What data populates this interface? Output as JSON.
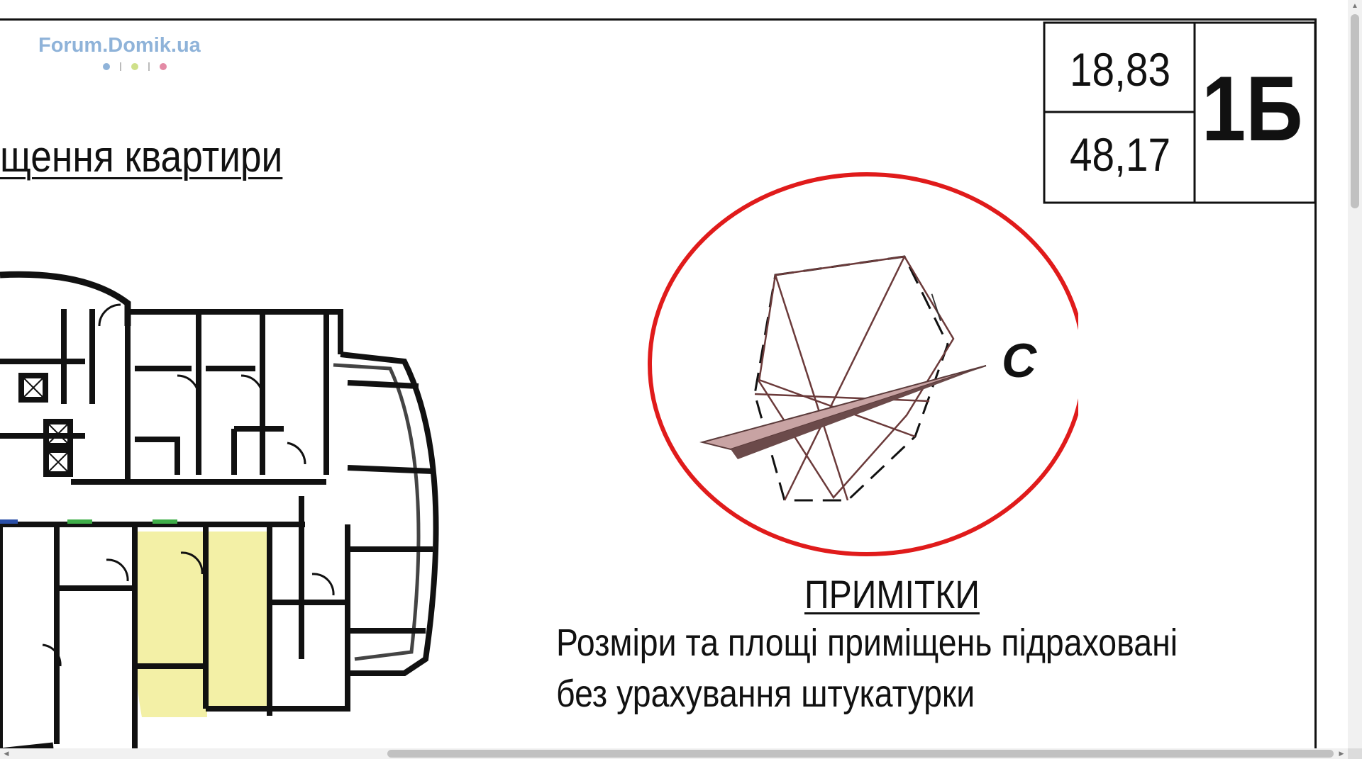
{
  "watermark": {
    "text": "Forum.Domik.ua",
    "dot_colors": [
      "#8fb3d9",
      "#cfe08a",
      "#e38aa5"
    ]
  },
  "heading": {
    "text": "щення квартири"
  },
  "area_table": {
    "value_top": "18,83",
    "value_bottom": "48,17",
    "apartment_code": "1Б"
  },
  "compass": {
    "north_label": "С",
    "highlight_color": "#e01b1b"
  },
  "notes": {
    "title": "ПРИМІТКИ",
    "lines": [
      "Розміри та площі приміщень підраховані",
      "без урахування штукатурки"
    ]
  },
  "colors": {
    "highlight_apartment": "#f3f0a6",
    "lines": "#111111",
    "window_green": "#3fae49"
  },
  "scrollbars": {
    "vertical_up": "▲",
    "horizontal_left": "◀",
    "horizontal_right": "▶"
  }
}
